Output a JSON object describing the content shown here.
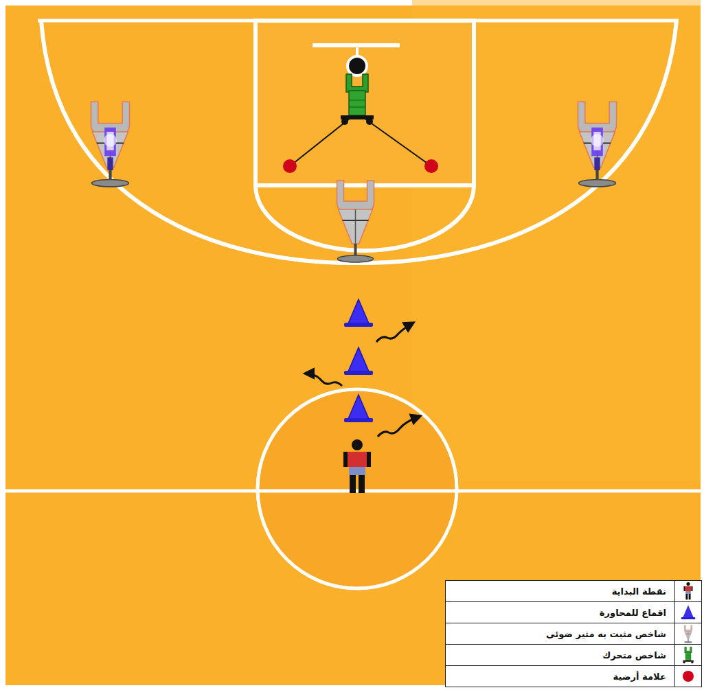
{
  "diagram": {
    "legend": [
      {
        "text": "نقطة البداية"
      },
      {
        "text": "اقماع للمحاورة"
      },
      {
        "text": "شاخص مثبت به مثير ضوئى"
      },
      {
        "text": "شاخص متحرك"
      },
      {
        "text": "علامة أرضية"
      }
    ]
  }
}
